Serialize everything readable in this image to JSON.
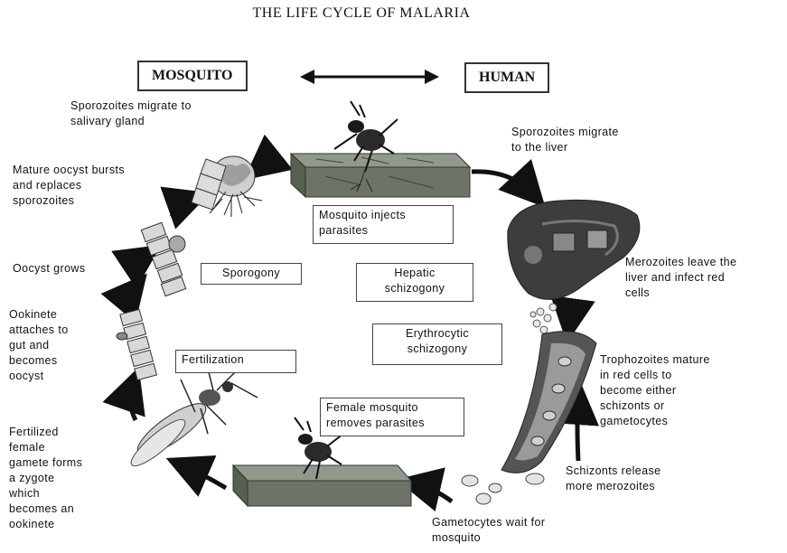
{
  "title": "THE LIFE CYCLE OF MALARIA",
  "hosts": {
    "mosquito": "MOSQUITO",
    "human": "HUMAN"
  },
  "stages": {
    "mosquito_injects": "Mosquito injects\nparasites",
    "sporogony": "Sporogony",
    "hepatic": "Hepatic\nschizogony",
    "erythrocytic": "Erythrocytic\nschizogony",
    "fertilization": "Fertilization",
    "female_removes": "Female mosquito\nremoves parasites"
  },
  "steps": {
    "sporozoites_salivary": "Sporozoites migrate to\nsalivary gland",
    "sporozoites_liver": "Sporozoites migrate\nto the liver",
    "oocyst_bursts": "Mature oocyst bursts\nand replaces\nsporozoites",
    "oocyst_grows": "Oocyst grows",
    "merozoites_leave": "Merozoites leave the\nliver and infect red\ncells",
    "ookinete": "Ookinete\nattaches to\ngut and\nbecomes\noocyst",
    "trophozoites": "Trophozoites mature\nin red cells to\nbecome either\nschizonts or\ngametocytes",
    "zygote": "Fertilized\nfemale\ngamete forms\na zygote\nwhich\nbecomes an\nookinete",
    "schizonts": "Schizonts release\nmore merozoites",
    "gametocytes": "Gametocytes wait for\nmosquito"
  }
}
